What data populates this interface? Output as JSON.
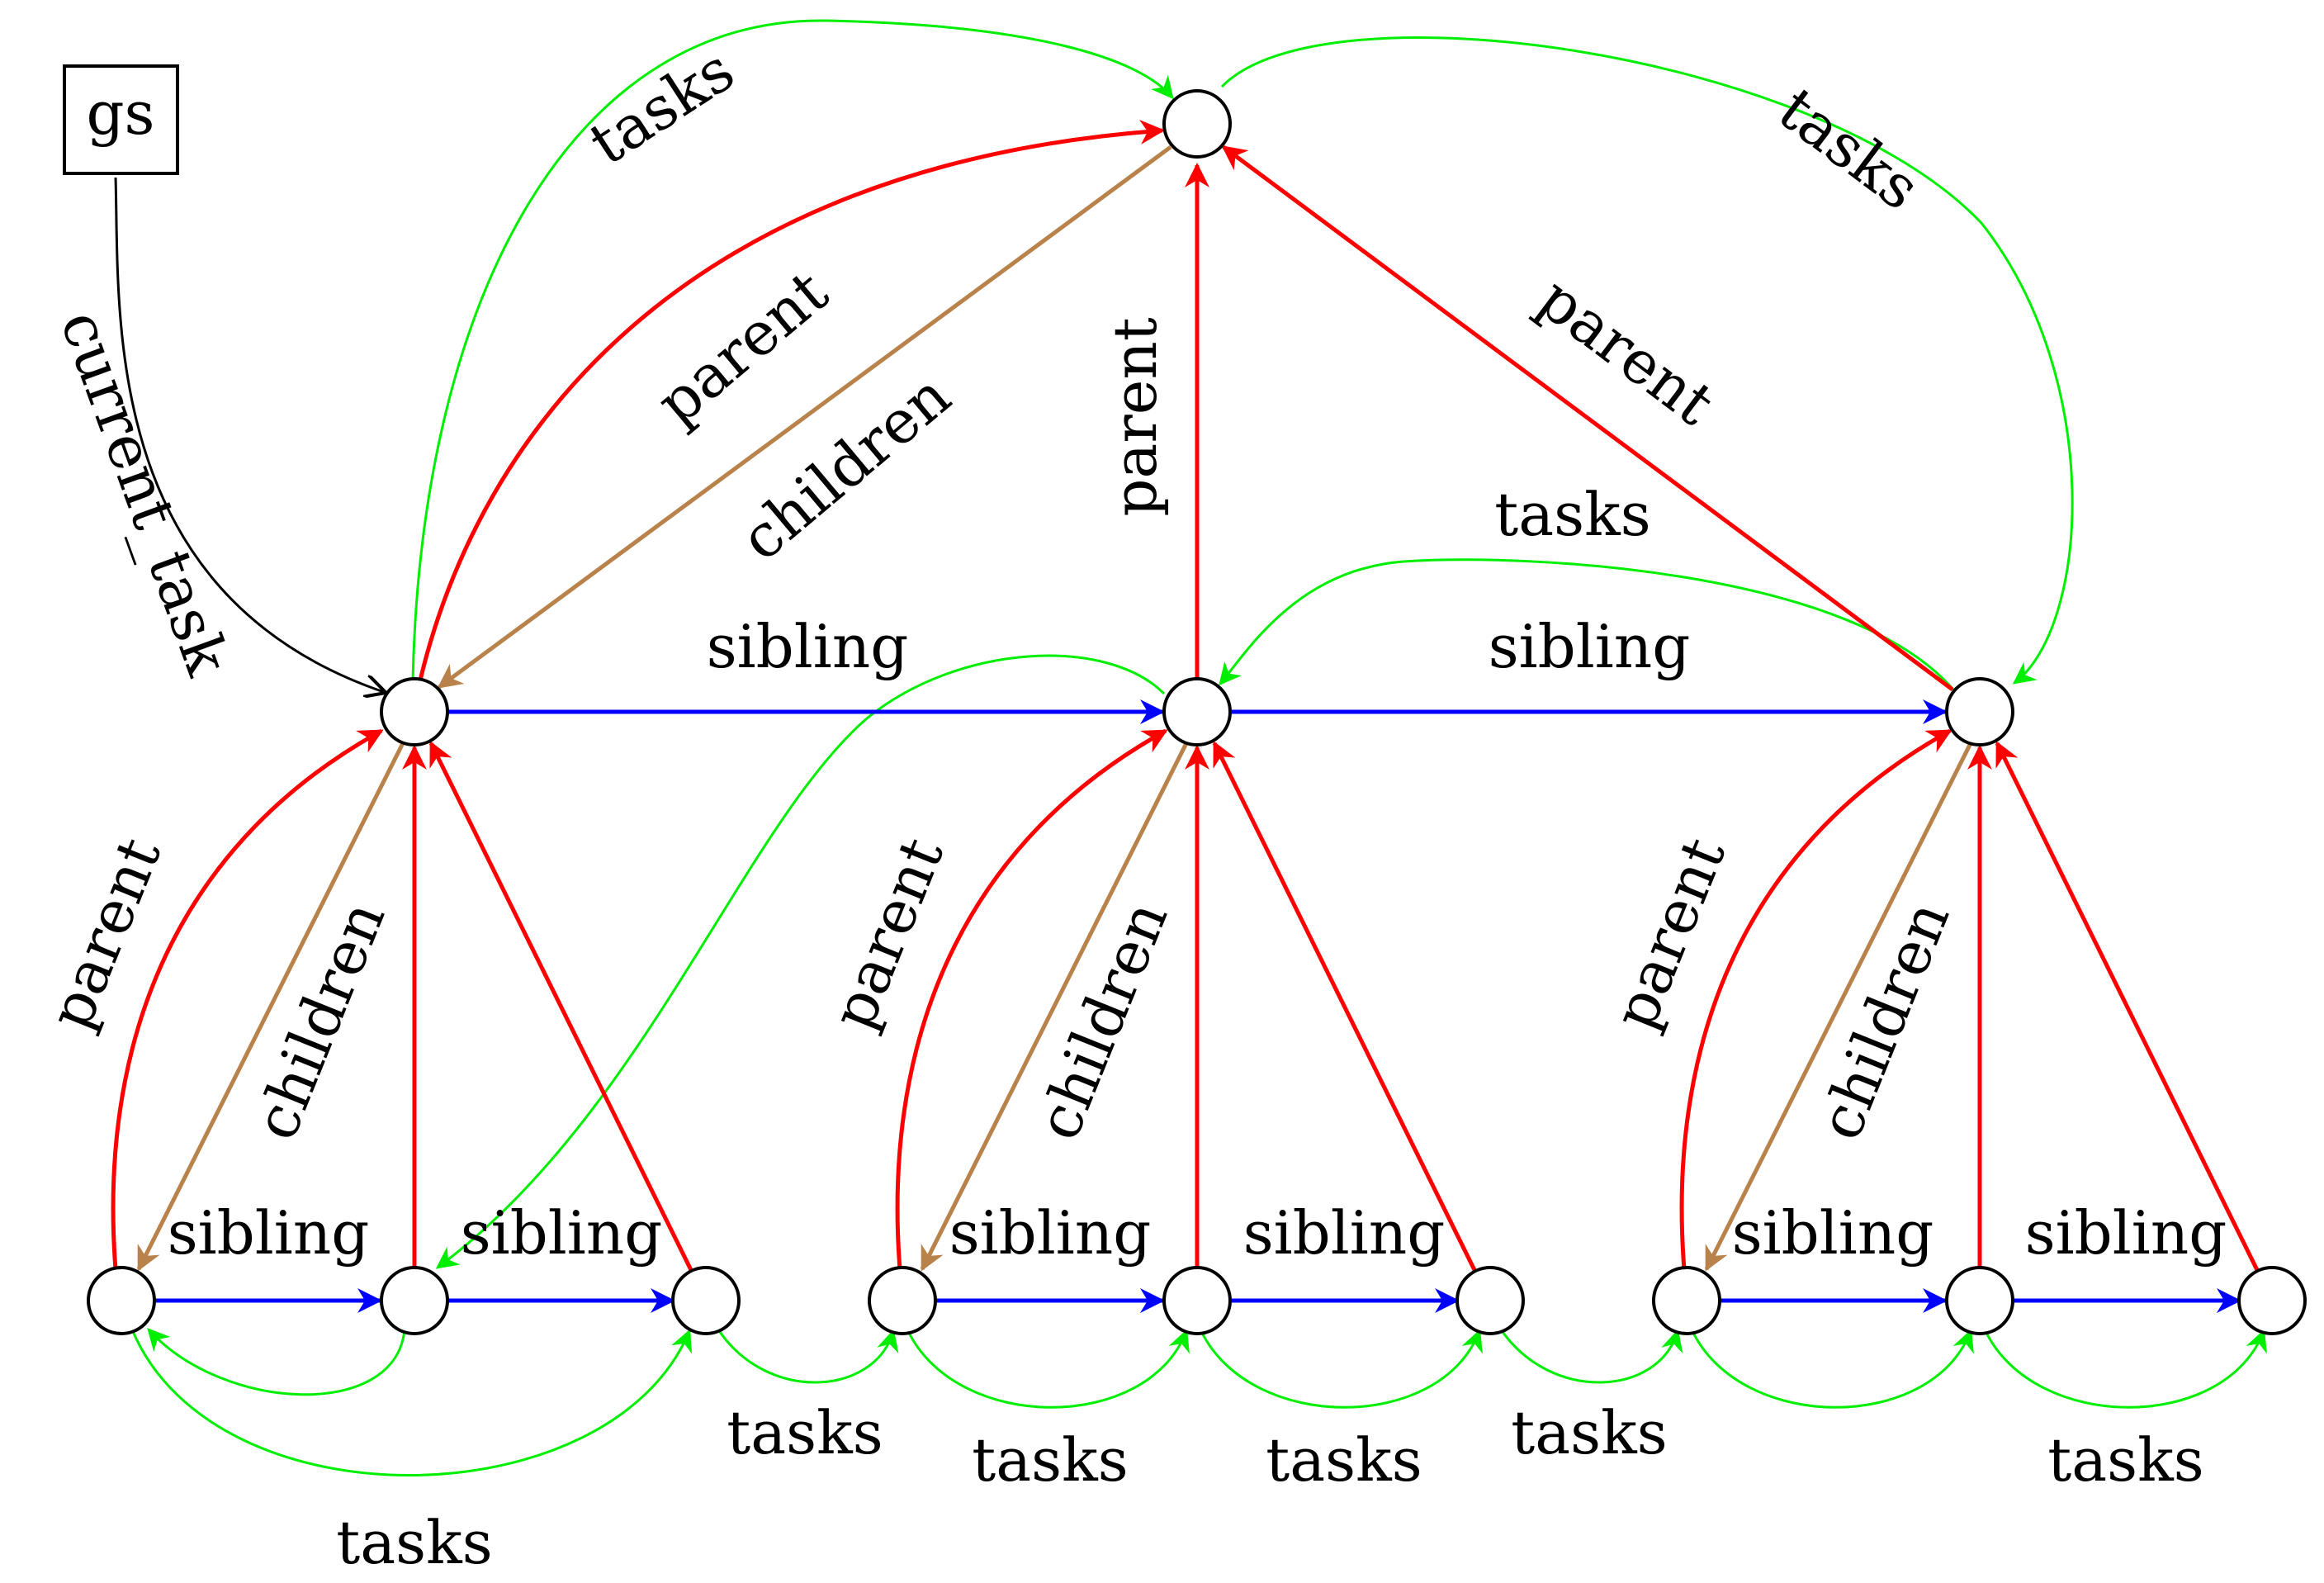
{
  "colors": {
    "parent": "#ff0000",
    "children": "#b8824a",
    "sibling": "#0000ff",
    "tasks": "#00ee00",
    "current_task": "#000000"
  },
  "gs_label": "gs",
  "labels": {
    "current_task": "current_task",
    "parent": "parent",
    "children": "children",
    "sibling": "sibling",
    "tasks": "tasks"
  }
}
